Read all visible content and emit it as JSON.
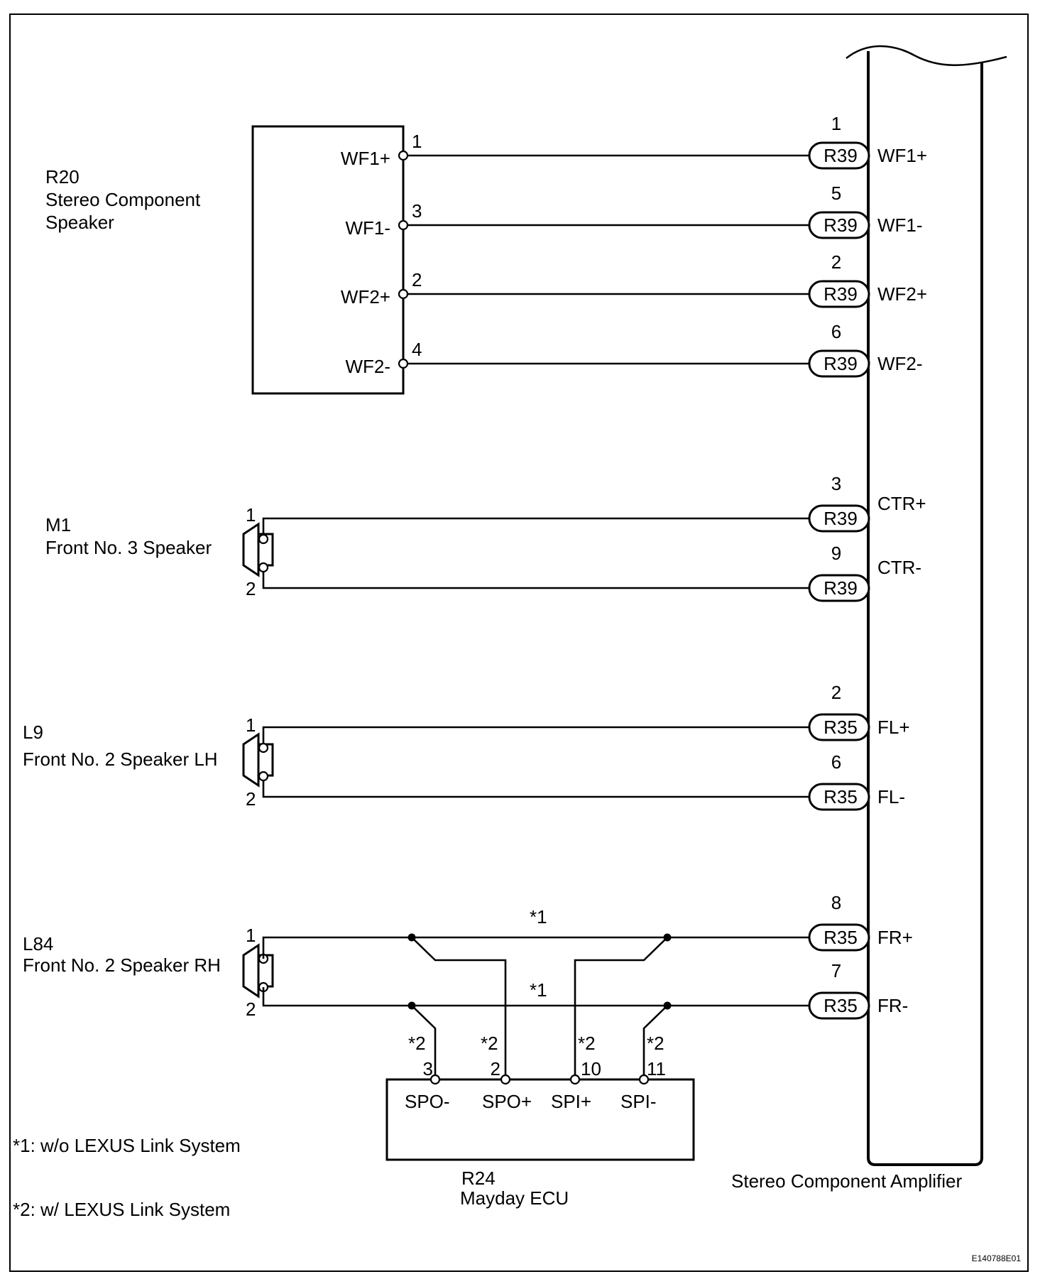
{
  "diagram_id": "E140788E01",
  "components": {
    "r20": {
      "code": "R20",
      "name_line1": "Stereo Component",
      "name_line2": "Speaker",
      "pins": [
        {
          "no": "1",
          "name": "WF1+"
        },
        {
          "no": "3",
          "name": "WF1-"
        },
        {
          "no": "2",
          "name": "WF2+"
        },
        {
          "no": "4",
          "name": "WF2-"
        }
      ]
    },
    "m1": {
      "code": "M1",
      "name": "Front No. 3 Speaker",
      "pin1": "1",
      "pin2": "2"
    },
    "l9": {
      "code": "L9",
      "name": "Front No. 2 Speaker LH",
      "pin1": "1",
      "pin2": "2"
    },
    "l84": {
      "code": "L84",
      "name": "Front No. 2 Speaker RH",
      "pin1": "1",
      "pin2": "2"
    },
    "r24": {
      "code": "R24",
      "name": "Mayday ECU",
      "pins": [
        {
          "no": "3",
          "name": "SPO-",
          "note": "*2"
        },
        {
          "no": "2",
          "name": "SPO+",
          "note": "*2"
        },
        {
          "no": "10",
          "name": "SPI+",
          "note": "*2"
        },
        {
          "no": "11",
          "name": "SPI-",
          "note": "*2"
        }
      ]
    },
    "amp": {
      "name": "Stereo Component Amplifier",
      "terminals": [
        {
          "connector": "R39",
          "pin": "1",
          "signal": "WF1+"
        },
        {
          "connector": "R39",
          "pin": "5",
          "signal": "WF1-"
        },
        {
          "connector": "R39",
          "pin": "2",
          "signal": "WF2+"
        },
        {
          "connector": "R39",
          "pin": "6",
          "signal": "WF2-"
        },
        {
          "connector": "R39",
          "pin": "3",
          "signal": "CTR+"
        },
        {
          "connector": "R39",
          "pin": "9",
          "signal": "CTR-"
        },
        {
          "connector": "R35",
          "pin": "2",
          "signal": "FL+"
        },
        {
          "connector": "R35",
          "pin": "6",
          "signal": "FL-"
        },
        {
          "connector": "R35",
          "pin": "8",
          "signal": "FR+"
        },
        {
          "connector": "R35",
          "pin": "7",
          "signal": "FR-"
        }
      ]
    }
  },
  "wire_notes": {
    "fr_plus": "*1",
    "fr_minus": "*1"
  },
  "notes": [
    "*1: w/o LEXUS Link System",
    "*2: w/ LEXUS Link System"
  ]
}
